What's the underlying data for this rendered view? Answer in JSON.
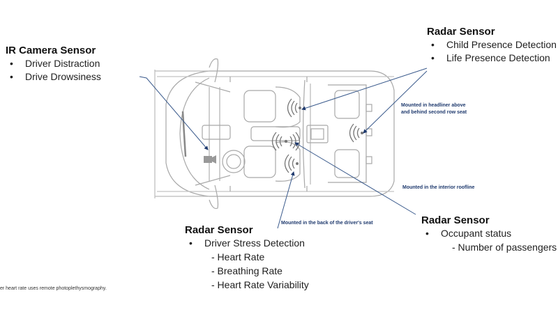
{
  "sensors": {
    "ir_camera": {
      "title": "IR Camera Sensor",
      "items": [
        "Driver Distraction",
        "Drive Drowsiness"
      ]
    },
    "radar_top": {
      "title": "Radar Sensor",
      "items": [
        "Child Presence Detection",
        "Life Presence Detection"
      ]
    },
    "radar_right": {
      "title": "Radar Sensor",
      "items": [
        "Occupant status"
      ],
      "subitems": [
        "- Number of passengers"
      ]
    },
    "radar_bottom": {
      "title": "Radar Sensor",
      "items": [
        "Driver Stress Detection"
      ],
      "subitems": [
        "- Heart Rate",
        "- Breathing Rate",
        "- Heart Rate Variability"
      ]
    }
  },
  "notes": {
    "headliner_line1": "Mounted in headliner above",
    "headliner_line2": "and behind second row seat",
    "roofline": "Mounted in the interior roofline",
    "driver_seat": "Mounted in the back of the driver's seat"
  },
  "footnote": "er heart rate uses remote photoplethysmography.",
  "bullet_char": "•",
  "colors": {
    "arrow": "#3a5a8c",
    "arrowhead": "#1f3a6e",
    "car_outline": "#9a9a9a",
    "note_text": "#1f3a6e"
  }
}
